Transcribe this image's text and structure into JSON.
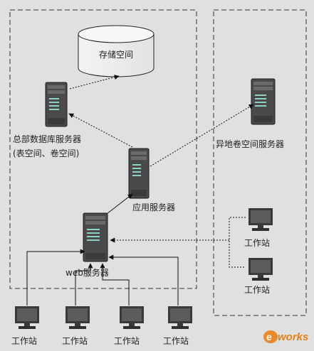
{
  "nodes": {
    "storage": "存储空间",
    "hq_db_server": "总部数据库服务器",
    "hq_db_server_sub": "(表空间、卷空间)",
    "app_server": "应用服务器",
    "remote_volume_server": "异地卷空间服务器",
    "web_server": "web服务器",
    "ws_right_top": "工作站",
    "ws_right_bottom": "工作站",
    "ws_bottom_1": "工作站",
    "ws_bottom_2": "工作站",
    "ws_bottom_3": "工作站",
    "ws_bottom_4": "工作站"
  },
  "watermark": {
    "prefix": "e",
    "text": "works"
  },
  "colors": {
    "background": "#dfe0e0",
    "box_dash": "#333333",
    "server_body": "#4a4a4a",
    "server_light": "#8fd1c8",
    "monitor_frame": "#3a3a3a",
    "monitor_screen": "#5c5c5c",
    "watermark_orange": "#e8801a"
  }
}
